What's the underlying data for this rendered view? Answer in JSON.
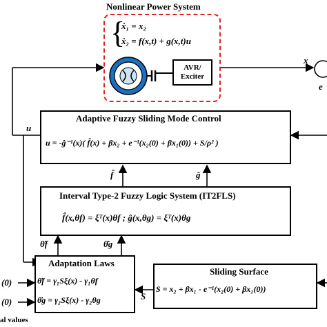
{
  "plant": {
    "title": "Nonlinear Power System",
    "eq1": "ẋ₁ = x₂",
    "eq2": "ẋ₂ = f(x,t) + g(x,t)u",
    "exciter_line1": "AVR/",
    "exciter_line2": "Exciter"
  },
  "signals": {
    "x": "x",
    "e": "e",
    "u": "u",
    "f_hat": "f̂",
    "g_hat": "ĝ",
    "theta_f_dot": "θ̇f",
    "theta_g_dot": "θ̇g",
    "S": "S",
    "init1": "(0)",
    "init2": "(0)",
    "footnote": "al values"
  },
  "afsmc": {
    "title": "Adaptive Fuzzy Sliding Mode Control",
    "eq": "u = -ĝ⁻¹(x)( f̂(x) + βx₂ + e⁻¹(x₂(0) + βx₁(0)) + S/ρ² )"
  },
  "it2fls": {
    "title": "Interval Type-2 Fuzzy Logic System (IT2FLS)",
    "eq": "f̂(x,θf) = ξᵀ(x)θf ; ĝ(x,θg) = ξᵀ(x)θg"
  },
  "adaptation": {
    "title": "Adaptation Laws",
    "eq1": "θ̇f = γ₁Sξ(x) - γ₁θf",
    "eq2": "θ̇g = γ₂Sξ(x) - γ₂θg"
  },
  "sliding": {
    "title": "Sliding Surface",
    "eq": "S = x₂ + βx₁ - e⁻¹(x₂(0) + βx₁(0))"
  }
}
